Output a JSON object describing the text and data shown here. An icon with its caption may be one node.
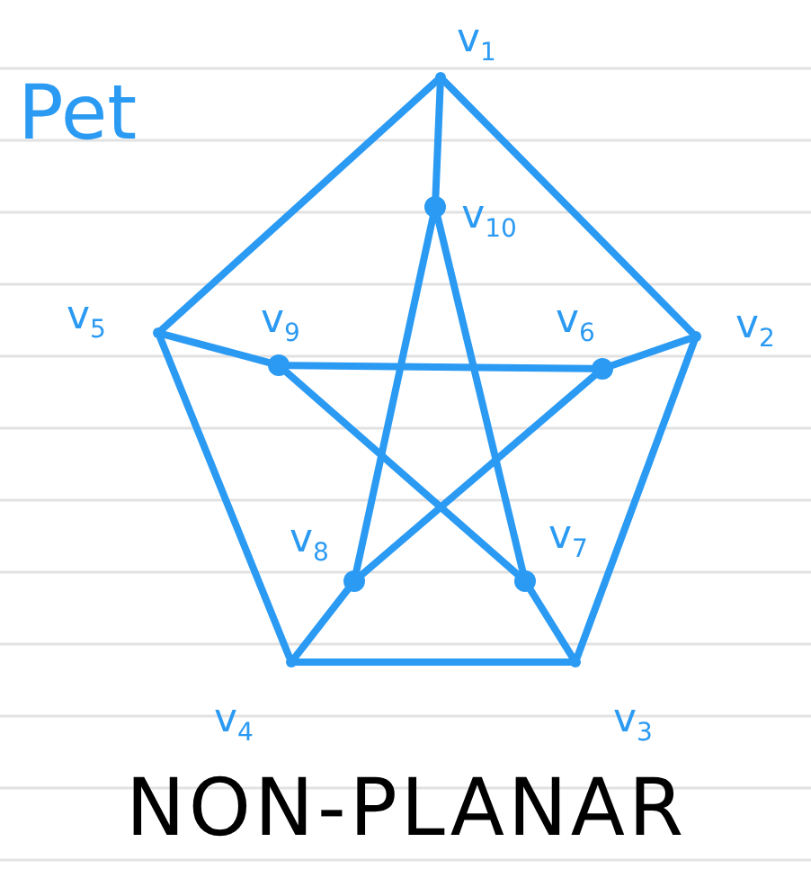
{
  "diagram": {
    "title": "Pet",
    "caption": "NON-PLANAR",
    "nodes": [
      {
        "text": [],
        "shape": "point",
        "beside": [
          "v$_{1}$"
        ]
      },
      {
        "text": [],
        "shape": "point",
        "beside": [
          "v$_{2}$"
        ]
      },
      {
        "text": [],
        "shape": "point",
        "beside": [
          "v$_{3}$"
        ]
      },
      {
        "text": [],
        "shape": "point",
        "beside": [
          "v$_{4}$"
        ]
      },
      {
        "text": [],
        "shape": "point",
        "beside": [
          "v$_{5}$"
        ]
      },
      {
        "text": [],
        "shape": "circle",
        "beside": [
          "v$_{6}$"
        ]
      },
      {
        "text": [],
        "shape": "circle",
        "beside": [
          "v$_{7}$"
        ]
      },
      {
        "text": [],
        "shape": "circle",
        "beside": [
          "v$_{8}$"
        ]
      },
      {
        "text": [],
        "shape": "circle",
        "beside": [
          "v$_{9}$"
        ]
      },
      {
        "text": [],
        "shape": "circle",
        "beside": [
          "v$_{10}$"
        ]
      }
    ],
    "edges": [
      {
        "from": 0,
        "to": 1,
        "arrow": "none"
      },
      {
        "from": 1,
        "to": 2,
        "arrow": "none"
      },
      {
        "from": 2,
        "to": 3,
        "arrow": "none"
      },
      {
        "from": 3,
        "to": 4,
        "arrow": "none"
      },
      {
        "from": 4,
        "to": 0,
        "arrow": "none"
      },
      {
        "from": 0,
        "to": 9,
        "arrow": "none"
      },
      {
        "from": 1,
        "to": 5,
        "arrow": "none"
      },
      {
        "from": 2,
        "to": 6,
        "arrow": "none"
      },
      {
        "from": 3,
        "to": 7,
        "arrow": "none"
      },
      {
        "from": 4,
        "to": 8,
        "arrow": "none"
      },
      {
        "from": 9,
        "to": 7,
        "arrow": "none"
      },
      {
        "from": 9,
        "to": 6,
        "arrow": "none"
      },
      {
        "from": 8,
        "to": 5,
        "arrow": "none"
      },
      {
        "from": 8,
        "to": 6,
        "arrow": "none"
      },
      {
        "from": 7,
        "to": 5,
        "arrow": "none"
      }
    ]
  }
}
